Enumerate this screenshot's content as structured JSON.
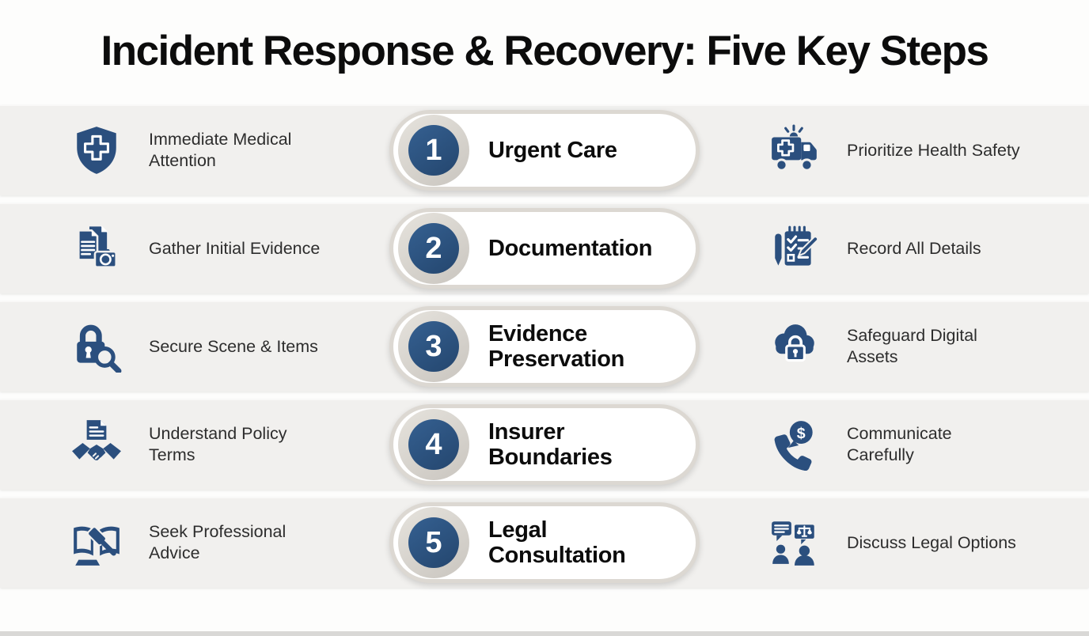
{
  "title": "Incident Response & Recovery: Five Key Steps",
  "colors": {
    "navy": "#2b4f7e",
    "band": "#f1f0ee",
    "ring": "#c9c5bf",
    "pillborder": "#dcd8d2",
    "ink": "#0c0c0c",
    "label": "#2d2d2d",
    "page": "#fdfdfc",
    "strip": "#d9d8d6"
  },
  "steps": [
    {
      "number": "1",
      "name": "Urgent Care",
      "left_label": "Immediate Medical\nAttention",
      "right_label": "Prioritize Health Safety",
      "left_icon": "shield-medical-cross-icon",
      "right_icon": "ambulance-icon"
    },
    {
      "number": "2",
      "name": "Documentation",
      "left_label": "Gather Initial Evidence",
      "right_label": "Record All Details",
      "left_icon": "documents-camera-icon",
      "right_icon": "pen-checklist-icon"
    },
    {
      "number": "3",
      "name": "Evidence\nPreservation",
      "left_label": "Secure Scene & Items",
      "right_label": "Safeguard Digital\nAssets",
      "left_icon": "padlock-magnifier-icon",
      "right_icon": "cloud-lock-icon"
    },
    {
      "number": "4",
      "name": "Insurer\nBoundaries",
      "left_label": "Understand Policy\nTerms",
      "right_label": "Communicate\nCarefully",
      "left_icon": "handshake-document-icon",
      "right_icon": "phone-dollar-bubble-icon"
    },
    {
      "number": "5",
      "name": "Legal\nConsultation",
      "left_label": "Seek Professional\nAdvice",
      "right_label": "Discuss Legal Options",
      "left_icon": "book-gavel-icon",
      "right_icon": "people-legal-chat-icon"
    }
  ]
}
